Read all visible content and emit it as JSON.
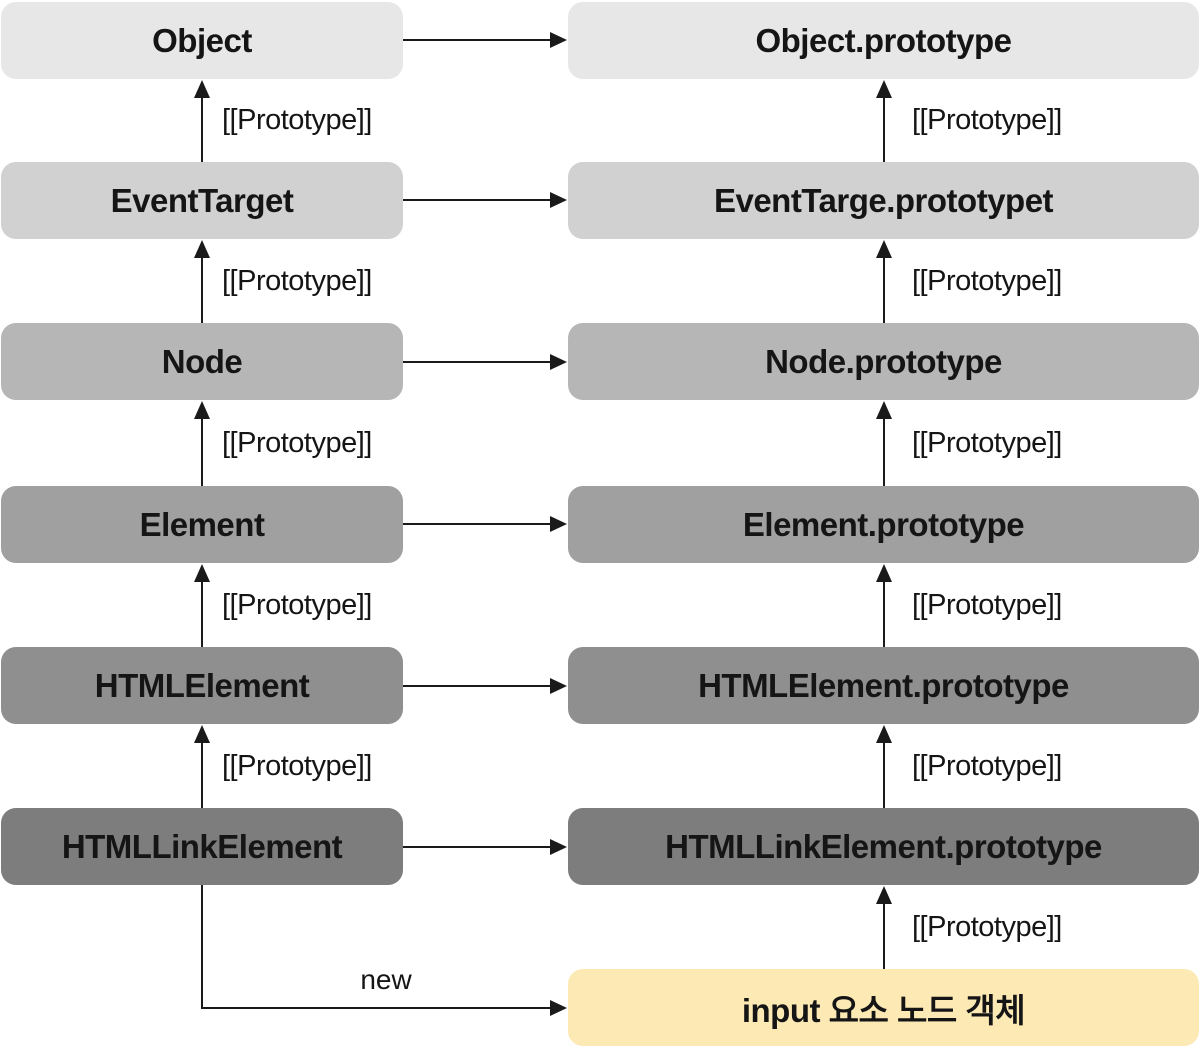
{
  "diagram": {
    "constructors": [
      "Object",
      "EventTarget",
      "Node",
      "Element",
      "HTMLElement",
      "HTMLLinkElement"
    ],
    "prototypes": [
      "Object.prototype",
      "EventTarge.prototypet",
      "Node.prototype",
      "Element.prototype",
      "HTMLElement.prototype",
      "HTMLLinkElement.prototype"
    ],
    "instance": "input 요소 노드 객체"
  },
  "labels": {
    "prototype_link": "[[Prototype]]",
    "new_operator": "new"
  },
  "colors": {
    "row_shades": [
      "#e7e7e7",
      "#d1d1d1",
      "#b6b6b6",
      "#a0a0a0",
      "#8f8f8f",
      "#7d7d7d"
    ],
    "instance_bg": "#fce9b4",
    "text": "#151515",
    "arrow": "#1a1a1a"
  }
}
